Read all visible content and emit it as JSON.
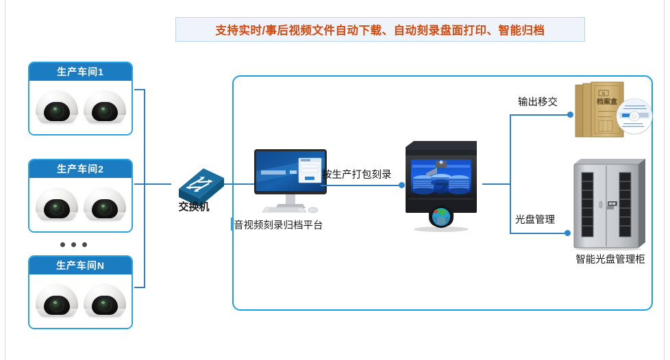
{
  "banner": {
    "text": "支持实时/事后视频文件自动下载、自动刻录盘面打印、智能归档",
    "text_color": "#d2490f",
    "bg_color": "#eef4f9",
    "border_color": "#b9d3e8"
  },
  "workshops": [
    {
      "title": "生产车间1",
      "camera_count": 2
    },
    {
      "title": "生产车间2",
      "camera_count": 2
    },
    {
      "title": "生产车间N",
      "camera_count": 2
    }
  ],
  "ellipsis": "• • •",
  "switch": {
    "label": "交换机"
  },
  "platform": {
    "label": "音视频刻录归档平台"
  },
  "flow_labels": {
    "burn": "按生产打包刻录",
    "handover": "输出移交",
    "disc_management": "光盘管理"
  },
  "cabinet": {
    "label": "智能光盘管理柜"
  },
  "archive": {
    "box_label": "档案盒"
  },
  "colors": {
    "accent_blue": "#1a9fe0",
    "header_blue": "#1b7cc2",
    "wire_blue": "#2f7fbf",
    "box_border": "#2aa3e3",
    "title_orange": "#d2490f"
  }
}
